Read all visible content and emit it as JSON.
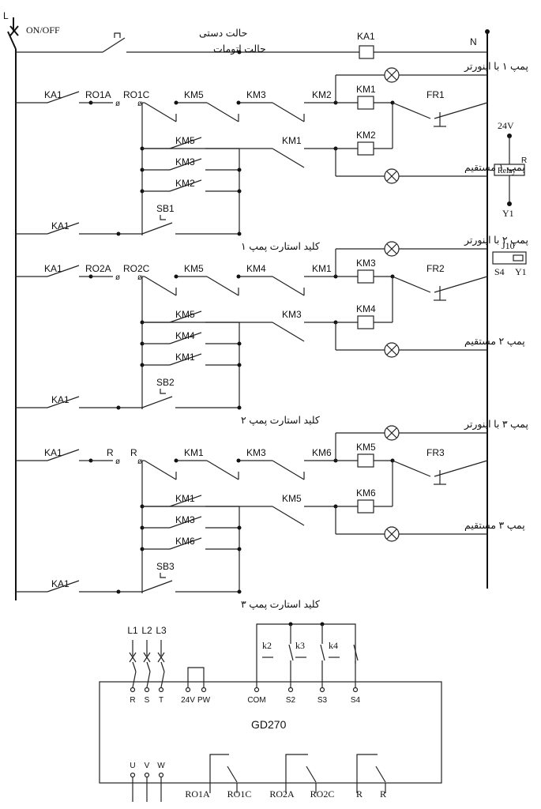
{
  "power": {
    "line": "L",
    "switch_label": "ON/OFF",
    "neutral": "N"
  },
  "mode": {
    "manual": "حالت دستی",
    "auto": "حالت اتومات"
  },
  "sections": [
    {
      "ka_top": "KA1",
      "ro_a": "RO1A",
      "ro_c": "RO1C",
      "series": [
        "KM5",
        "KM3",
        "KM2"
      ],
      "coils": [
        "KM1",
        "KM2"
      ],
      "branch": [
        "KM5",
        "KM3",
        "KM2"
      ],
      "hold": "KM1",
      "fr": "FR1",
      "sb": "SB1",
      "ka_bottom": "KA1",
      "inverter_lamp": "پمپ ۱ با اینورتر",
      "direct_lamp": "پمپ ۱ مستقیم",
      "start_key": "کلید استارت پمپ ۱"
    },
    {
      "ka_top": "KA1",
      "ro_a": "RO2A",
      "ro_c": "RO2C",
      "series": [
        "KM5",
        "KM4",
        "KM1"
      ],
      "coils": [
        "KM3",
        "KM4"
      ],
      "branch": [
        "KM5",
        "KM4",
        "KM1"
      ],
      "hold": "KM3",
      "fr": "FR2",
      "sb": "SB2",
      "ka_bottom": "KA1",
      "inverter_lamp": "پمپ ۲ با اینورتر",
      "direct_lamp": "پمپ ۲ مستقیم",
      "start_key": "کلید استارت پمپ ۲"
    },
    {
      "ka_top": "KA1",
      "ro_a": "R",
      "ro_c": "R",
      "series": [
        "KM1",
        "KM3",
        "KM6"
      ],
      "coils": [
        "KM5",
        "KM6"
      ],
      "branch": [
        "KM1",
        "KM3",
        "KM6"
      ],
      "hold": "KM5",
      "fr": "FR3",
      "sb": "SB3",
      "ka_bottom": "KA1",
      "inverter_lamp": "پمپ ۳ با اینورتر",
      "direct_lamp": "پمپ ۳ مستقیم",
      "start_key": "کلید استارت پمپ ۳"
    }
  ],
  "ka1_coil": "KA1",
  "relay": {
    "voltage": "24V",
    "r": "R",
    "label": "Relay",
    "y": "Y1"
  },
  "jumper": {
    "name": "J10",
    "left": "S4",
    "right": "Y1"
  },
  "drive": {
    "name": "GD270",
    "inputs": [
      "L1",
      "L2",
      "L3"
    ],
    "top_terminals": [
      "R",
      "S",
      "T",
      "24V",
      "PW",
      "COM",
      "S2",
      "S3",
      "S4"
    ],
    "switches": [
      "k2",
      "k3",
      "k4"
    ],
    "outputs": [
      "U",
      "V",
      "W"
    ],
    "relay_terminals": [
      "RO1A",
      "RO1C",
      "RO2A",
      "RO2C",
      "R",
      "R"
    ]
  }
}
